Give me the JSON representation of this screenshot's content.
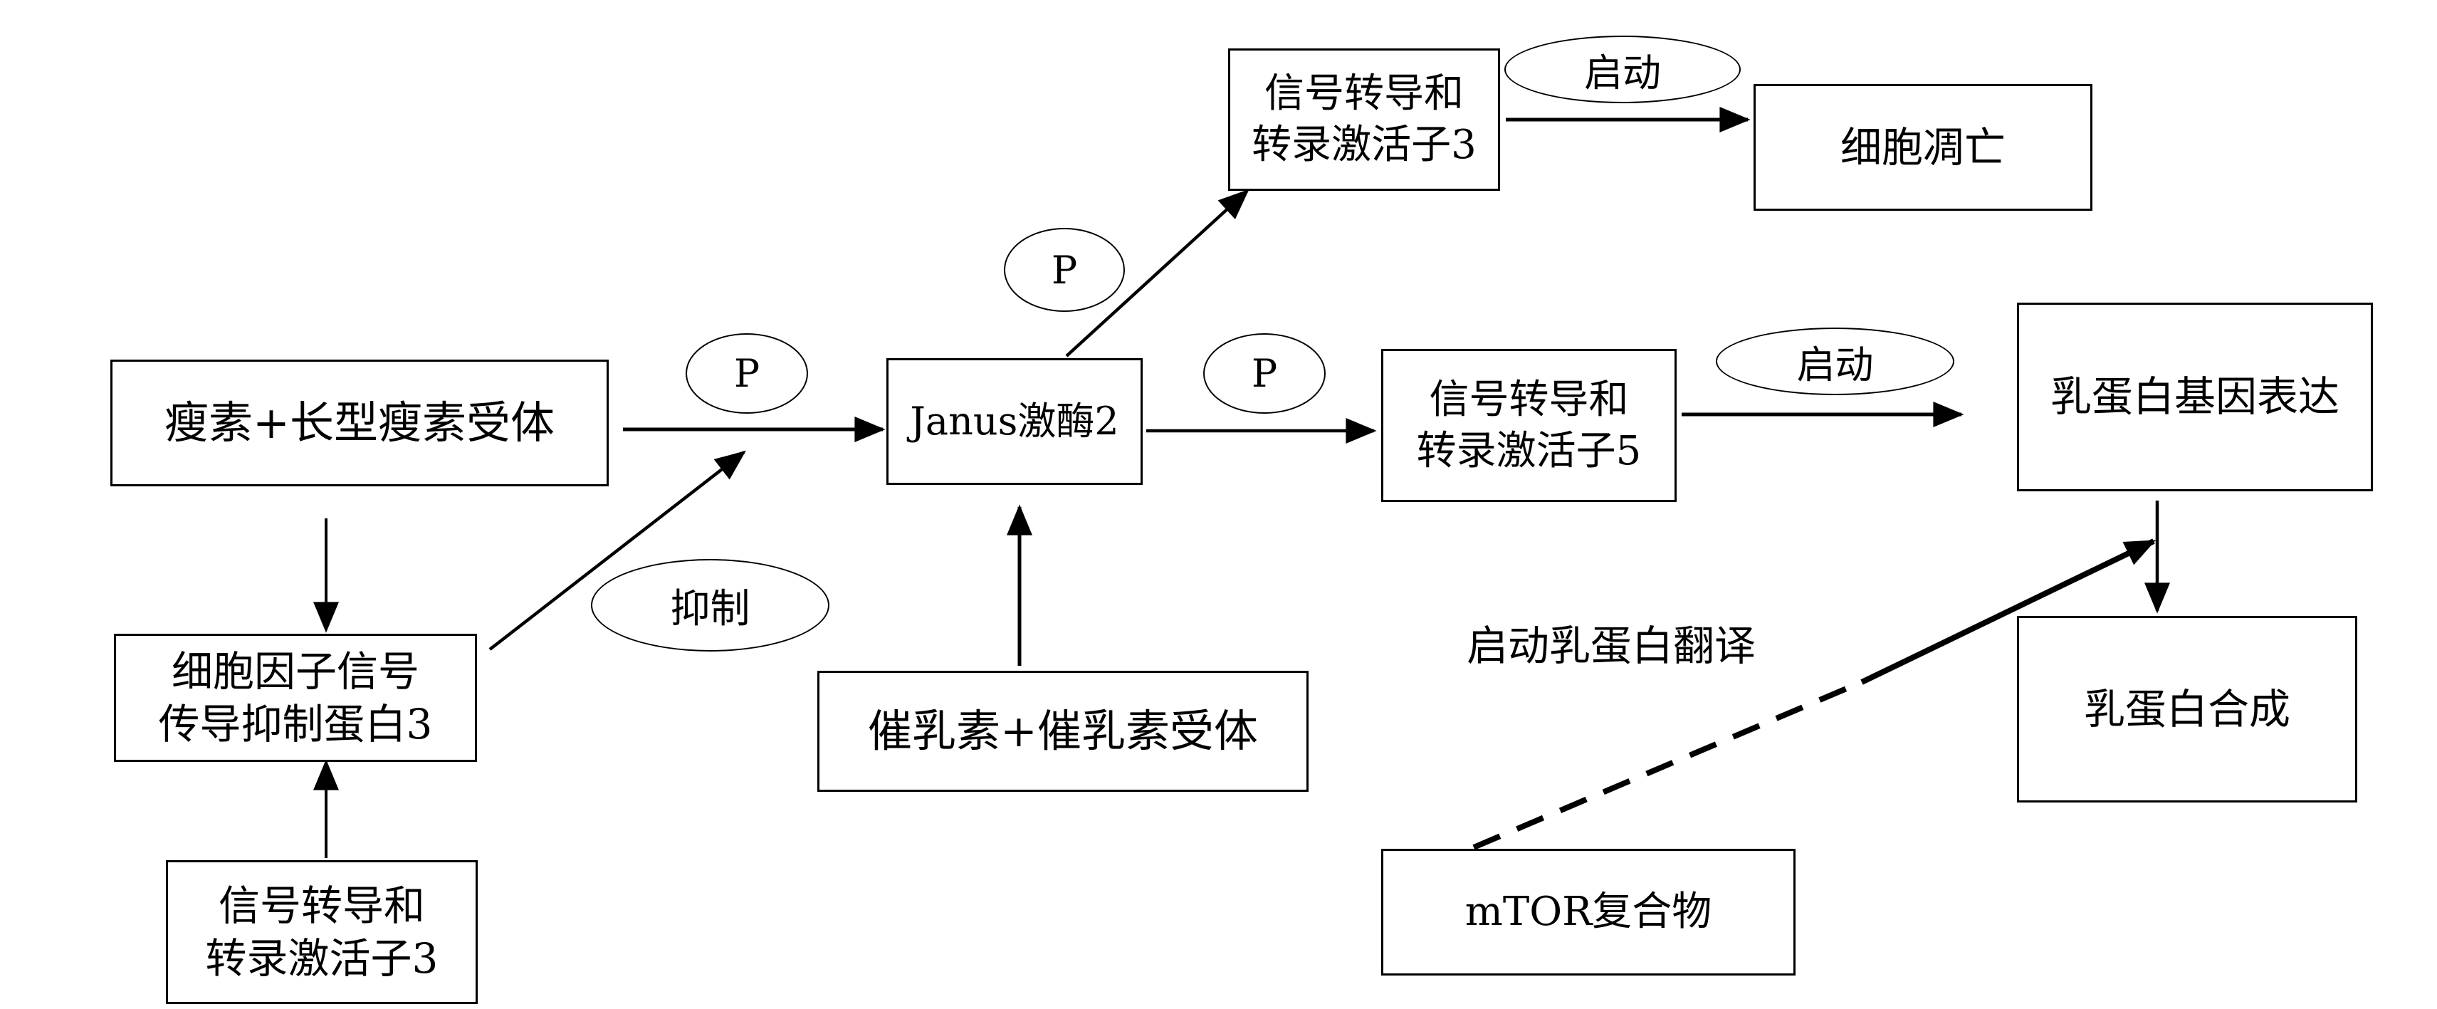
{
  "nodes": {
    "leptin_receptor": "瘦素+长型瘦素受体",
    "socs3_line1": "细胞因子信号",
    "socs3_line2": "传导抑制蛋白3",
    "stat3_bottom_line1": "信号转导和",
    "stat3_bottom_line2": "转录激活子3",
    "jak2": "Janus激酶2",
    "prolactin_receptor": "催乳素+催乳素受体",
    "stat3_top_line1": "信号转导和",
    "stat3_top_line2": "转录激活子3",
    "apoptosis": "细胞凋亡",
    "stat5_line1": "信号转导和",
    "stat5_line2": "转录激活子5",
    "casein_expression": "乳蛋白基因表达",
    "casein_synthesis": "乳蛋白合成",
    "mtor": "mTOR复合物"
  },
  "ovals": {
    "p_leptin_jak": "P",
    "p_jak_stat3": "P",
    "p_jak_stat5": "P",
    "inhibit": "抑制",
    "start_stat3": "启动",
    "start_stat5": "启动"
  },
  "labels": {
    "start_translation": "启动乳蛋白翻译"
  }
}
